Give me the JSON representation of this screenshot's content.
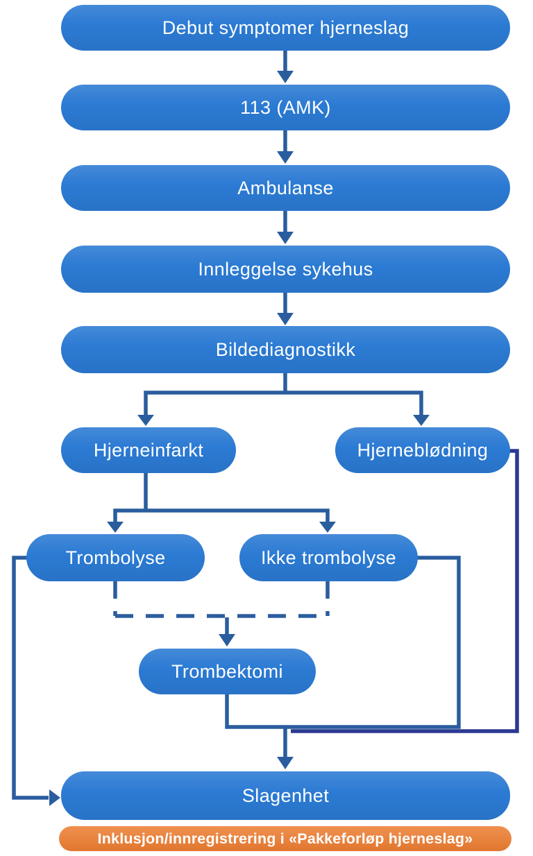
{
  "nodes": {
    "debut": "Debut symptomer hjerneslag",
    "amk": "113 (AMK)",
    "ambulanse": "Ambulanse",
    "innleggelse": "Innleggelse sykehus",
    "bildediagnostikk": "Bildediagnostikk",
    "hjerneinfarkt": "Hjerneinfarkt",
    "hjernebloedning": "Hjerneblødning",
    "trombolyse": "Trombolyse",
    "ikke_trombolyse": "Ikke trombolyse",
    "trombektomi": "Trombektomi",
    "slagenhet": "Slagenhet"
  },
  "banner": {
    "label": "Inklusjon/innregistrering i «Pakkeforløp hjerneslag»"
  },
  "edges": [
    {
      "from": "debut",
      "to": "amk",
      "style": "solid-arrow"
    },
    {
      "from": "amk",
      "to": "ambulanse",
      "style": "solid-arrow"
    },
    {
      "from": "ambulanse",
      "to": "innleggelse",
      "style": "solid-arrow"
    },
    {
      "from": "innleggelse",
      "to": "bildediagnostikk",
      "style": "solid-arrow"
    },
    {
      "from": "bildediagnostikk",
      "to": "hjerneinfarkt",
      "style": "solid-arrow"
    },
    {
      "from": "bildediagnostikk",
      "to": "hjernebloedning",
      "style": "solid-arrow"
    },
    {
      "from": "hjerneinfarkt",
      "to": "trombolyse",
      "style": "solid-arrow"
    },
    {
      "from": "hjerneinfarkt",
      "to": "ikke_trombolyse",
      "style": "solid-arrow"
    },
    {
      "from": "trombolyse",
      "to": "trombektomi",
      "style": "dashed-arrow"
    },
    {
      "from": "ikke_trombolyse",
      "to": "trombektomi",
      "style": "dashed-arrow"
    },
    {
      "from": "trombektomi",
      "to": "slagenhet",
      "style": "solid-arrow"
    },
    {
      "from": "ikke_trombolyse",
      "to": "slagenhet",
      "style": "solid-arrow"
    },
    {
      "from": "hjernebloedning",
      "to": "slagenhet",
      "style": "solid-navy"
    },
    {
      "from": "trombolyse",
      "to": "slagenhet",
      "style": "solid-arrow"
    }
  ],
  "colors": {
    "node_fill": "#2b7ad3",
    "node_text": "#ffffff",
    "connector": "#2a5d9e",
    "bleed_connector": "#2b3990",
    "banner_fill": "#ed7d31",
    "banner_text": "#ffffff",
    "background": "#ffffff"
  }
}
